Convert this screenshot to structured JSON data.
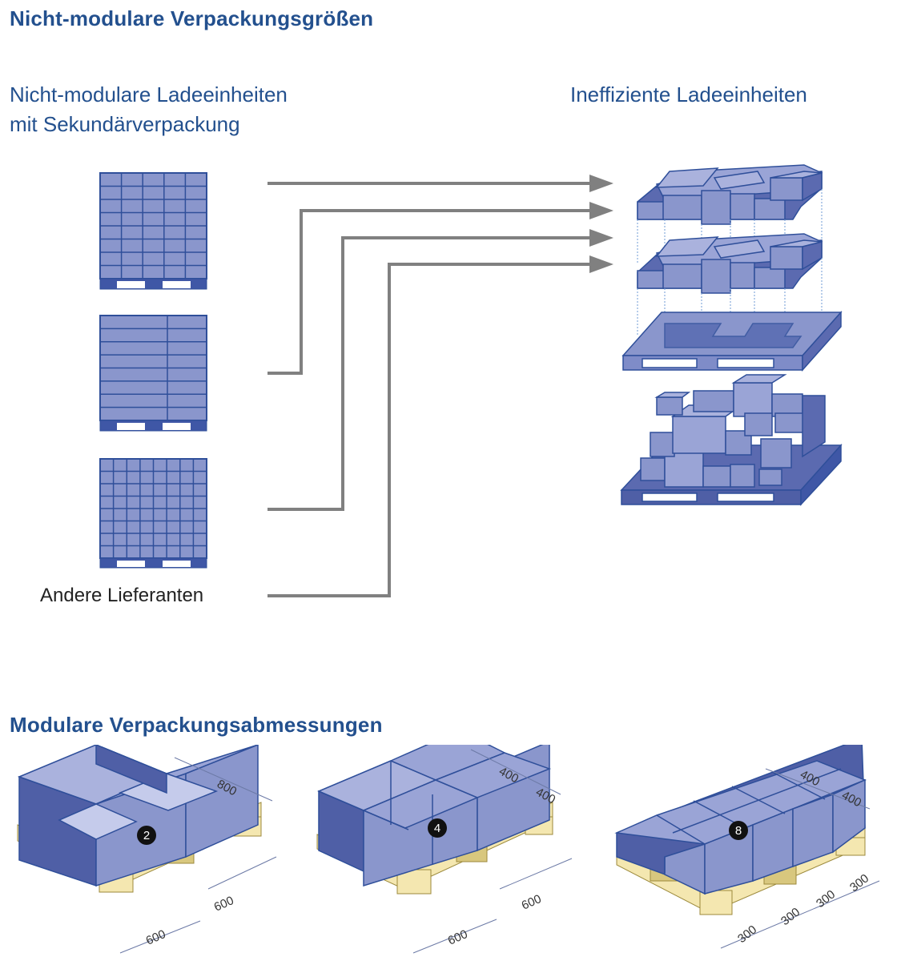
{
  "section1": {
    "title": "Nicht-modulare Verpackungsgrößen",
    "left_heading_line1": "Nicht-modulare Ladeeinheiten",
    "left_heading_line2": "mit Sekundärverpackung",
    "right_heading": "Ineffiziente Ladeeinheiten",
    "other_suppliers": "Andere Lieferanten"
  },
  "section2": {
    "title": "Modulare Verpackungsabmessungen",
    "pallet_2": {
      "count": "2",
      "dim_top": "800",
      "dim_front": "600",
      "dim_side": "600"
    },
    "pallet_4": {
      "count": "4",
      "dim_top_a": "400",
      "dim_top_b": "400",
      "dim_front": "600",
      "dim_side": "600"
    },
    "pallet_8": {
      "count": "8",
      "dim_top_a": "400",
      "dim_top_b": "400",
      "dim_300_1": "300",
      "dim_300_2": "300",
      "dim_300_3": "300",
      "dim_300_4": "300"
    }
  },
  "colors": {
    "title_blue": "#23508e",
    "box_fill": "#8a96cc",
    "box_dark": "#4f5fa6",
    "box_stroke": "#2f4f9a",
    "arrow_gray": "#808080",
    "pallet_wood": "#f4e7b0",
    "pallet_wood_dark": "#d8c77e"
  }
}
